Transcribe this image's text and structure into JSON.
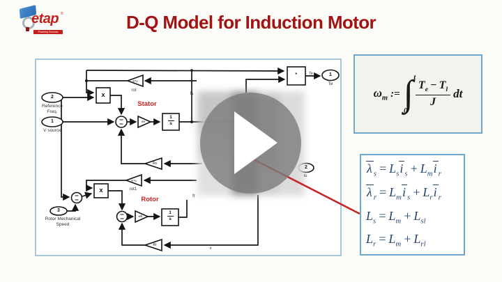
{
  "page": {
    "background": "#fcfcf9"
  },
  "colors": {
    "title": "#a21313",
    "section_label": "#cc2222",
    "annotation_arrow": "#c52626",
    "diagram_border": "#a9c6d9",
    "equation_border": "#6ea7cd",
    "flux_text": "#27456f",
    "wire": "#151515",
    "brand_red": "#c4211c",
    "logo_blue": "#3577c0"
  },
  "header": {
    "title": "D-Q Model for Induction Motor",
    "logo": {
      "brand": "etap",
      "registered": "®",
      "tagline": "Powering Success"
    }
  },
  "player": {
    "icon": "play-icon"
  },
  "diagram": {
    "section_labels": {
      "stator": "Stator",
      "rotor": "Rotor"
    },
    "ports": {
      "ref_freq": {
        "num": "2",
        "label": "Reference\nFreq."
      },
      "v_source": {
        "num": "1",
        "label": "V source"
      },
      "rotor_speed": {
        "num": "3",
        "label": "Rotor Mechanical\nSpeed"
      },
      "te_out": {
        "num": "1",
        "label": "Te"
      },
      "is_out": {
        "num": "2",
        "label": "is"
      }
    },
    "blocks": {
      "mult_stator": "x",
      "mult_rotor": "x",
      "gain_rot": "K*u",
      "gain_rot_name": "rot",
      "gain_rot1": "K*u",
      "gain_rot1_name": "rot1",
      "gain_ws": "ws",
      "gain_wb": "wb",
      "gain_rs": "Rs",
      "gain_rr": "Rr",
      "integrator_num": "1",
      "integrator_den": "s",
      "product_dot": "·",
      "te_wire_label": "Te"
    },
    "wire_labels": {
      "fs": "fs",
      "fr": "fr",
      "ir": "ir"
    }
  },
  "equations": {
    "omega": {
      "lhs": "ω",
      "lhs_sub": "m",
      "assign": ":=",
      "integral": "∫",
      "upper_limit": "t",
      "lower_limit": "0",
      "numerator": [
        {
          "t": "T",
          "sub": "e"
        },
        {
          "op": "−"
        },
        {
          "t": "T",
          "sub": "l"
        }
      ],
      "denominator": "J",
      "differential": "dt"
    },
    "flux": {
      "rows": [
        {
          "tokens": [
            {
              "t": "λ",
              "sub": "s",
              "bar": true
            },
            {
              "op": "="
            },
            {
              "t": "L",
              "sub": "s"
            },
            {
              "t": "i",
              "sub": "s",
              "bar": true
            },
            {
              "op": "+"
            },
            {
              "t": "L",
              "sub": "m"
            },
            {
              "t": "i",
              "sub": "r",
              "bar": true
            }
          ]
        },
        {
          "tokens": [
            {
              "t": "λ",
              "sub": "r",
              "bar": true
            },
            {
              "op": "="
            },
            {
              "t": "L",
              "sub": "m"
            },
            {
              "t": "i",
              "sub": "s",
              "bar": true
            },
            {
              "op": "+"
            },
            {
              "t": "L",
              "sub": "r"
            },
            {
              "t": "i",
              "sub": "r",
              "bar": true
            }
          ]
        },
        {
          "tokens": [
            {
              "t": "L",
              "sub": "s"
            },
            {
              "op": "="
            },
            {
              "t": "L",
              "sub": "m"
            },
            {
              "op": "+"
            },
            {
              "t": "L",
              "sub": "sl"
            }
          ]
        },
        {
          "tokens": [
            {
              "t": "L",
              "sub": "r"
            },
            {
              "op": "="
            },
            {
              "t": "L",
              "sub": "m"
            },
            {
              "op": "+"
            },
            {
              "t": "L",
              "sub": "rl"
            }
          ]
        }
      ]
    }
  }
}
